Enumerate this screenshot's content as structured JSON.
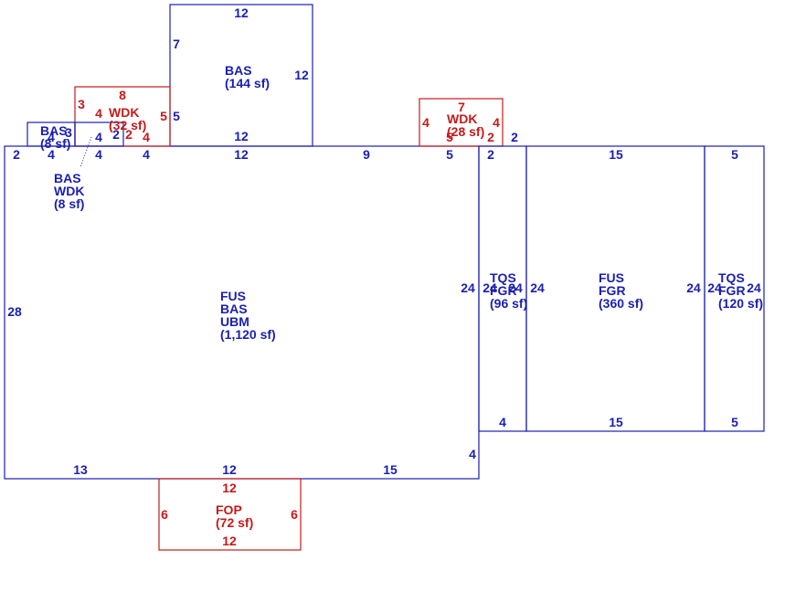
{
  "colors": {
    "structure": "#1a1fb0",
    "deck": "#c41a1a",
    "background": "#ffffff"
  },
  "areas": {
    "main": {
      "codes": [
        "FUS",
        "BAS",
        "UBM"
      ],
      "area": "(1,120 sf)"
    },
    "bas_top": {
      "codes": [
        "BAS"
      ],
      "area": "(144 sf)"
    },
    "wdk_left": {
      "codes": [
        "WDK"
      ],
      "area": "(32 sf)"
    },
    "bas_small": {
      "codes": [
        "BAS"
      ],
      "area": "(8 sf)"
    },
    "bas_wdk": {
      "codes": [
        "BAS",
        "WDK"
      ],
      "area": "(8 sf)"
    },
    "wdk_right": {
      "codes": [
        "WDK"
      ],
      "area": "(28 sf)"
    },
    "tqs_left": {
      "codes": [
        "TQS",
        "FGR"
      ],
      "area": "(96 sf)"
    },
    "fus_fgr": {
      "codes": [
        "FUS",
        "FGR"
      ],
      "area": "(360 sf)"
    },
    "tqs_right": {
      "codes": [
        "TQS",
        "FGR"
      ],
      "area": "(120 sf)"
    },
    "fop": {
      "codes": [
        "FOP"
      ],
      "area": "(72 sf)"
    }
  },
  "dimensions": {
    "main_top": [
      "2",
      "4",
      "4",
      "4",
      "12",
      "9",
      "5"
    ],
    "main_left": "28",
    "main_bottom": [
      "13",
      "12",
      "15"
    ],
    "main_right": [
      "24",
      "4"
    ],
    "bas_top": {
      "top": "12",
      "left": "7",
      "right": "12",
      "bottom": "12",
      "left_low": "5"
    },
    "wdk_left": {
      "top": "8",
      "left": "3",
      "right": "5",
      "inner": [
        "4",
        "2",
        "4"
      ]
    },
    "bas_small": {
      "left": "4",
      "right": "3",
      "inner_top": "4",
      "inner_right": "2"
    },
    "wdk_right": {
      "top": "7",
      "left": "4",
      "right": "4",
      "bottom_left": "5",
      "bottom_right": "2",
      "outer": "2"
    },
    "tqs_left": {
      "top": "2",
      "left": "24",
      "right": "24",
      "bottom": "4"
    },
    "fus_fgr": {
      "top": "15",
      "left": "24",
      "right": "24",
      "bottom": "15"
    },
    "tqs_right": {
      "top": "5",
      "left": "24",
      "right": "24",
      "bottom": "5"
    },
    "fop": {
      "top": "12",
      "left": "6",
      "right": "6",
      "bottom": "12"
    }
  }
}
